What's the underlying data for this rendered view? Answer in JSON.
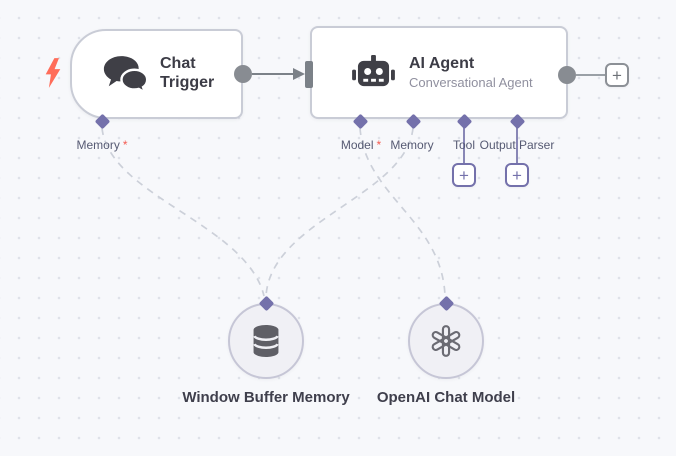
{
  "colors": {
    "canvas-bg": "#f7f8fb",
    "grid-dot": "#dfe2e9",
    "node-bg": "#ffffff",
    "node-border": "#c9ccd6",
    "accent": "#7471ab",
    "wire": "#7b8188",
    "wire-light": "#9aa0a6",
    "dashed-wire": "#ccd0d9",
    "required": "#f35b51",
    "bolt": "#ff6d5a",
    "title": "#3c3c46",
    "subtitle": "#90909f",
    "port-label": "#565a73",
    "circle-bg": "#f0f0f5",
    "circle-border": "#c6c6d6"
  },
  "nodes": {
    "chat_trigger": {
      "title": "Chat Trigger",
      "port": {
        "label": "Memory",
        "required_mark": "*"
      }
    },
    "ai_agent": {
      "title": "AI Agent",
      "subtitle": "Conversational Agent",
      "ports": {
        "model": {
          "label": "Model",
          "required_mark": "*"
        },
        "memory": {
          "label": "Memory"
        },
        "tool": {
          "label": "Tool"
        },
        "output_parser": {
          "label": "Output Parser"
        }
      }
    },
    "window_buffer_memory": {
      "label": "Window Buffer Memory"
    },
    "openai_chat_model": {
      "label": "OpenAI Chat Model"
    }
  },
  "buttons": {
    "plus": "+"
  }
}
